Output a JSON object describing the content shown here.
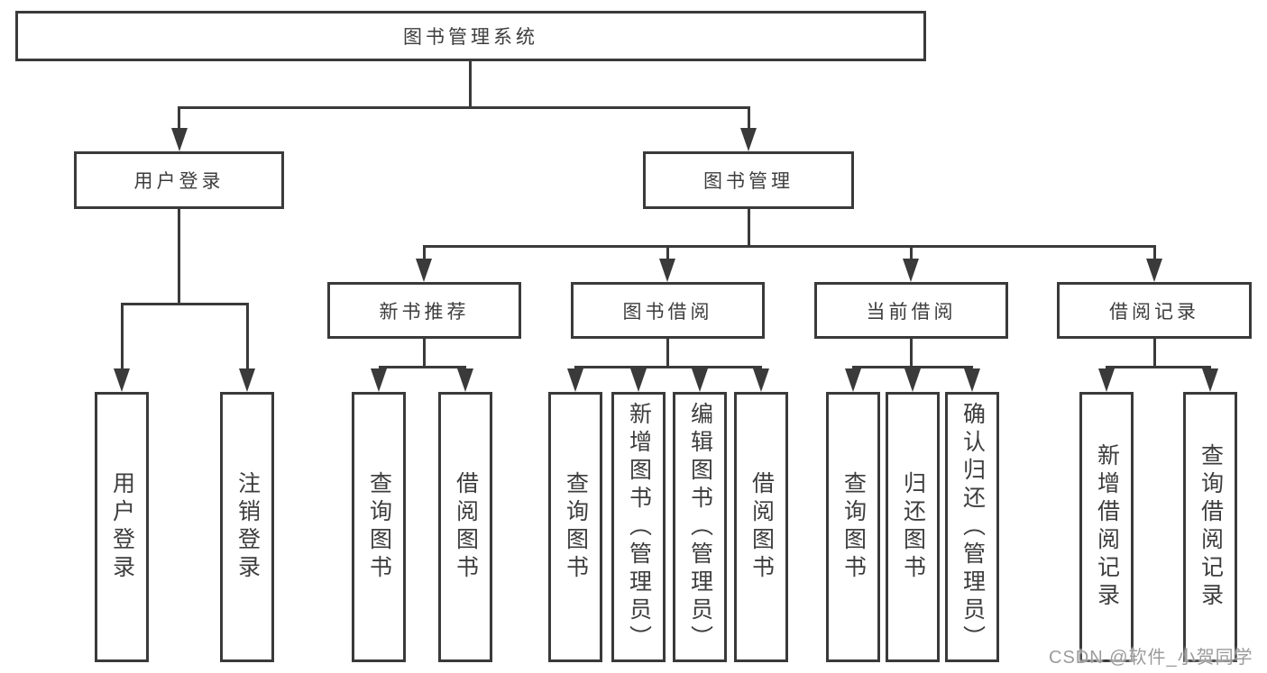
{
  "tree": {
    "label": "图书管理系统",
    "children": [
      {
        "label": "用户登录",
        "children": [
          {
            "label": "用户登录"
          },
          {
            "label": "注销登录"
          }
        ]
      },
      {
        "label": "图书管理",
        "children": [
          {
            "label": "新书推荐",
            "children": [
              {
                "label": "查询图书"
              },
              {
                "label": "借阅图书"
              }
            ]
          },
          {
            "label": "图书借阅",
            "children": [
              {
                "label": "查询图书"
              },
              {
                "label": "新增图书（管理员）"
              },
              {
                "label": "编辑图书（管理员）"
              },
              {
                "label": "借阅图书"
              }
            ]
          },
          {
            "label": "当前借阅",
            "children": [
              {
                "label": "查询图书"
              },
              {
                "label": "归还图书"
              },
              {
                "label": "确认归还（管理员）"
              }
            ]
          },
          {
            "label": "借阅记录",
            "children": [
              {
                "label": "新增借阅记录"
              },
              {
                "label": "查询借阅记录"
              }
            ]
          }
        ]
      }
    ]
  },
  "watermark": {
    "text": "CSDN @软件_小贺同学"
  },
  "colors": {
    "line": "#3a3a3a",
    "text": "#3d3d3d",
    "background": "#ffffff",
    "watermark": "#9b9b9b"
  }
}
